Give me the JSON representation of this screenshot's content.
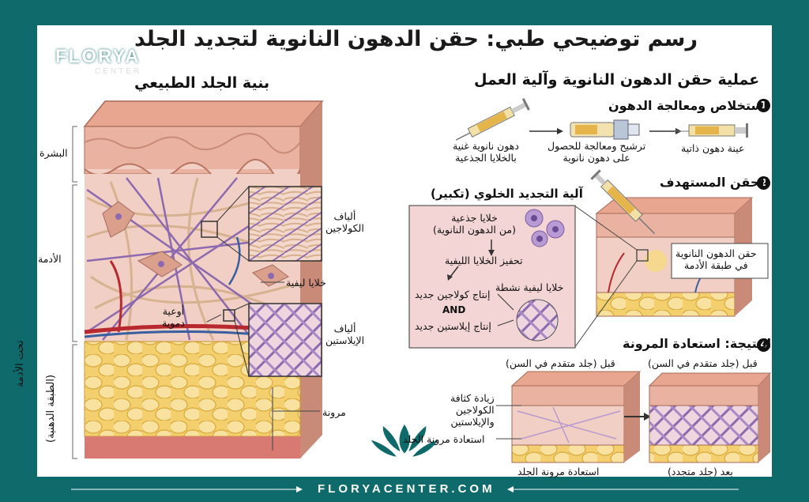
{
  "title": "رسم توضيحي طبي: حقن الدهون النانوية لتجديد الجلد",
  "watermark": {
    "name": "FLORYA",
    "sub": "CENTER"
  },
  "footer_url": "FLORYACENTER.COM",
  "left_panel": {
    "heading": "بنية الجلد الطبيعي",
    "layers": {
      "epidermis": "البشرة",
      "dermis": "الأدمة",
      "hypodermis_line1": "تحت الأدمة",
      "hypodermis_line2": "(الطبقة الدهنية)"
    },
    "labels": {
      "collagen": "ألياف\nالكولاجين",
      "fibroblasts": "خلايا ليفية",
      "vessels": "أوعية\nدموية",
      "elastin": "ألياف\nالإيلاستين",
      "elasticity": "مرونة"
    }
  },
  "right_panel": {
    "heading": "عملية حقن الدهون النانوية وآلية العمل",
    "step1": {
      "number": "1",
      "title": "استخلاص ومعالجة الدهون",
      "a": "دهون نانوية غنية\nبالخلايا الجذعية",
      "b": "ترشيح ومعالجة للحصول\nعلى دهون نانوية",
      "c": "عينة دهون ذاتية"
    },
    "step2": {
      "number": "2",
      "title": "الحقن المستهدف",
      "injection_label": "حقن الدهون النانوية\nفي طبقة الأدمة"
    },
    "mechanism": {
      "title": "آلية التجديد الخلوي (تكبير)",
      "stem": "خلايا جذعية\n(من الدهون النانوية)",
      "activate": "تحفيز الخلايا الليفية",
      "active": "خلايا ليفية نشطة",
      "collagen": "إنتاج كولاجين جديد",
      "and": "AND",
      "elastin": "إنتاج إيلاستين جديد"
    },
    "step4": {
      "number": "4",
      "title": "النتيجة: استعادة المرونة",
      "before1": "قبل (جلد متقدم في السن)",
      "before2": "قبل (جلد متقدم في السن)",
      "density": "زيادة كثافة\nالكولاجين\nوالإيلاستين",
      "restore": "استعادة مرونة الجلد",
      "bottom_left": "استعادة مرونة الجلد",
      "after": "بعد (جلد متجدد)"
    }
  },
  "colors": {
    "frame": "#0f6a6c",
    "skin_top": "#e8b09a",
    "dermis": "#f1cfc4",
    "fat": "#f6d98a",
    "collagen": "#d9b99a",
    "elastin": "#8d6ab0",
    "vessel": "#b8282f"
  }
}
